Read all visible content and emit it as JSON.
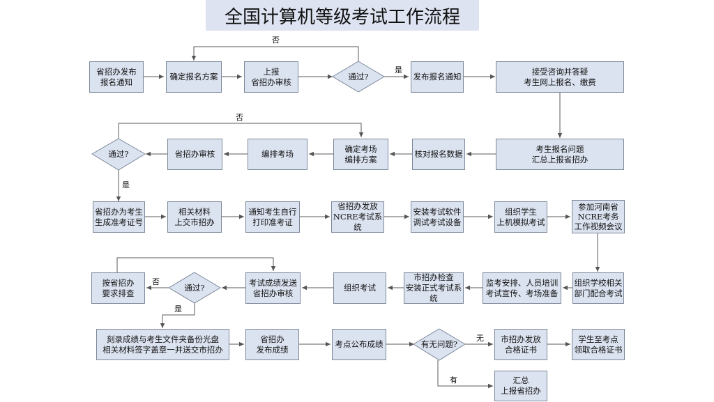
{
  "title": "全国计算机等级考试工作流程",
  "nodes": {
    "n1": "省招办发布\n报名通知",
    "n2": "确定报名方案",
    "n3": "上报\n省招办审核",
    "d1": "通过?",
    "n4": "发布报名通知",
    "n5": "接受咨询并答疑\n考生网上报名、缴费",
    "n6": "考生报名问题\n汇总上报省招办",
    "n7": "核对报名数据",
    "n8": "确定考场\n编排方案",
    "n9": "编排考场",
    "n10": "省招办审核",
    "d2": "通过?",
    "n11": "省招办为考生\n生成准考证号",
    "n12": "相关材料\n上交市招办",
    "n13": "通知考生自行\n打印准考证",
    "n14": "省招办发放\nNCRE考试系统",
    "n15": "安装考试软件\n调试考试设备",
    "n16": "组织学生\n上机模拟考试",
    "n17": "参加河南省\nNCRE考务\n工作视频会议",
    "n18": "组织学校相关\n部门配合考试",
    "n19": "监考安排、人员培训\n考试宣传、考场准备",
    "n20": "市招办检查\n安装正式考试系统",
    "n21": "组织考试",
    "n22": "考试成绩发送\n省招办审核",
    "d3": "通过?",
    "n23": "按省招办\n要求排查",
    "n24": "刻录成绩与考生文件夹备份光盘\n相关材料签字盖章一并送交市招办",
    "n25": "省招办\n发布成绩",
    "n26": "考点公布成绩",
    "d4": "有无问题?",
    "n27": "市招办发放\n合格证书",
    "n28": "学生至考点\n领取合格证书",
    "n29": "汇总\n上报省招办"
  },
  "edge_labels": {
    "d1_no": "否",
    "d1_yes": "是",
    "d2_no": "否",
    "d2_yes": "是",
    "d3_no": "否",
    "d3_yes": "是",
    "d4_none": "无",
    "d4_some": "有"
  },
  "colors": {
    "box_fill": "#dce3f0",
    "box_border": "#7b8799",
    "title_fill": "#dde3f1",
    "line": "#5a5a5a"
  }
}
